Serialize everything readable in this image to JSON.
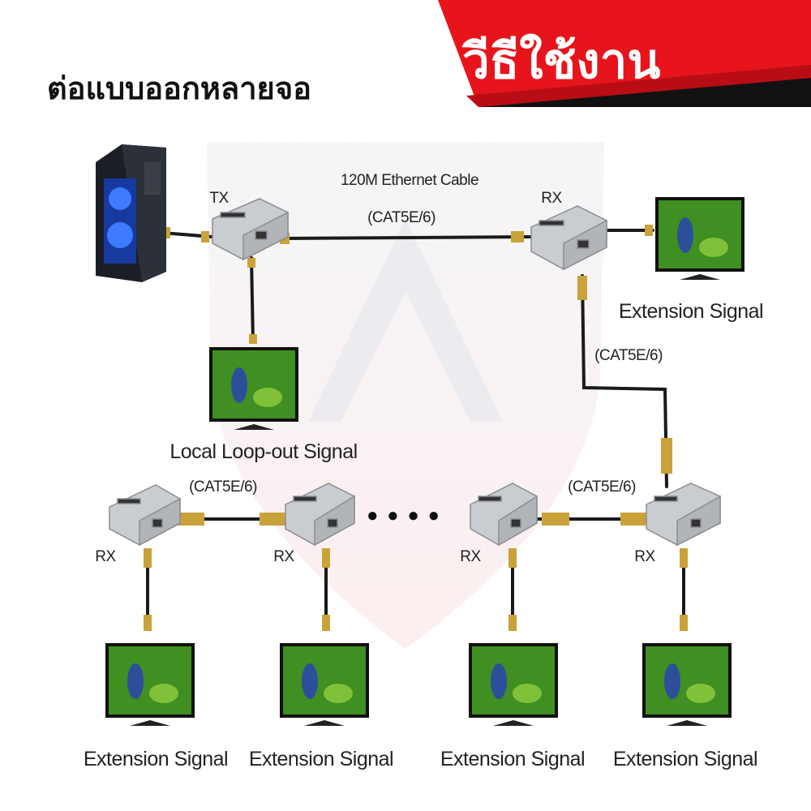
{
  "header": {
    "title": "วีธีใช้งาน",
    "subtitle": "ต่อแบบออกหลายจอ"
  },
  "diagram": {
    "top_cable_label": "120M Ethernet Cable",
    "top_cable_type": "(CAT5E/6)",
    "tx_label": "TX",
    "rx_label": "RX",
    "local_output_label": "Local Loop-out Signal",
    "extension_label": "Extension Signal",
    "cat_label": "(CAT5E/6)",
    "ellipsis": "● ● ● ●"
  },
  "colors": {
    "banner_red": "#e8141c",
    "banner_dark": "#111111",
    "device_silver": "#c9ccd1",
    "cable": "#1a1a1a",
    "connector_gold": "#c9a23a",
    "screen_green": "#3f8f22"
  }
}
